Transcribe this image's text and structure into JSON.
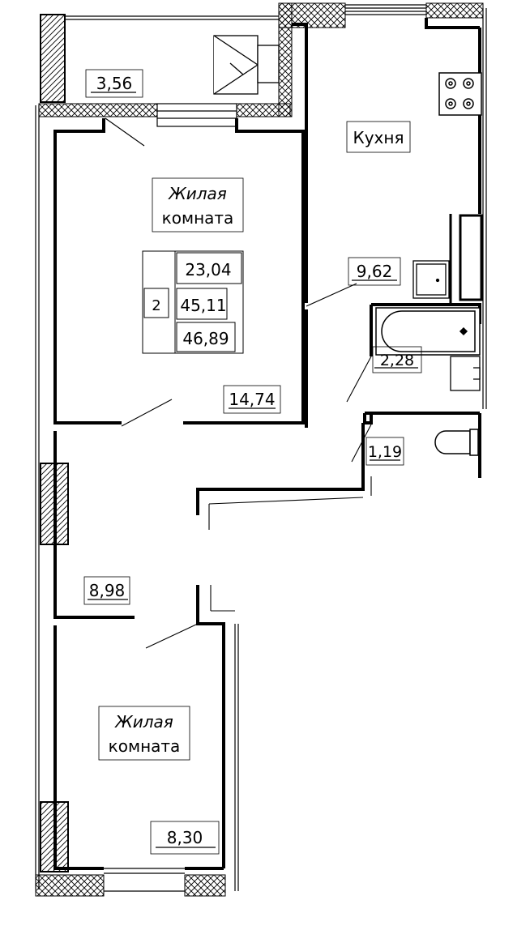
{
  "apartment": {
    "rooms_count": "2",
    "living_area": "23,04",
    "total_area": "45,11",
    "total_area_with_balcony": "46,89"
  },
  "rooms": {
    "balcony": {
      "area": "3,56"
    },
    "living_room_1": {
      "label_line1": "Жилая",
      "label_line2": "комната",
      "area": "14,74"
    },
    "kitchen": {
      "label": "Кухня",
      "area": "9,62"
    },
    "bathroom": {
      "area": "2,28"
    },
    "toilet": {
      "area": "1,19"
    },
    "hallway": {
      "area": "8,98"
    },
    "living_room_2": {
      "label_line1": "Жилая",
      "label_line2": "комната",
      "area": "8,30"
    }
  },
  "icons": [
    "stove-icon",
    "sink-icon",
    "bathtub-icon",
    "washbasin-icon",
    "toilet-icon",
    "ventilation-shaft-icon"
  ],
  "colors": {
    "line": "#000000",
    "background": "#ffffff",
    "hatch": "#000000"
  }
}
